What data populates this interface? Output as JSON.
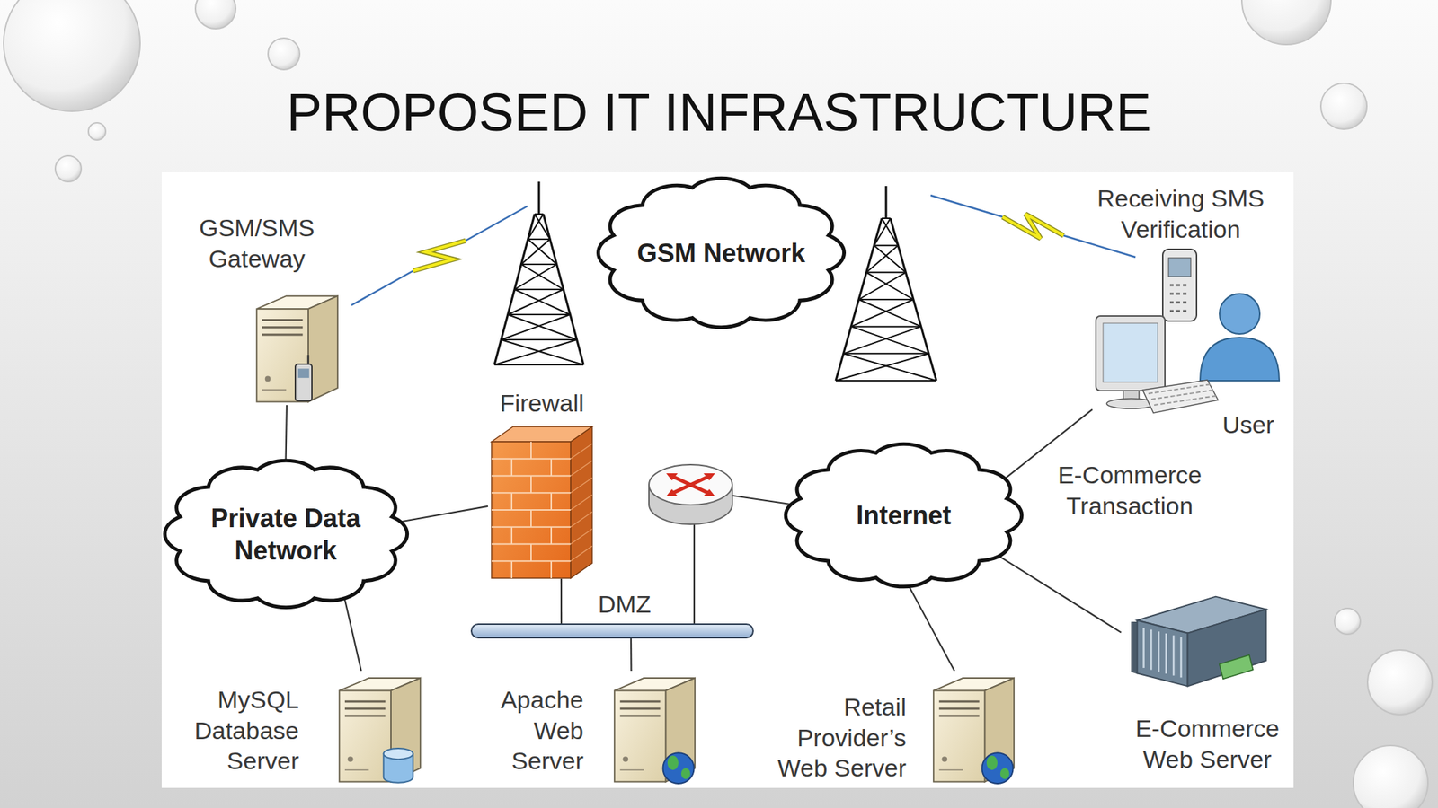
{
  "diagram": {
    "title": "PROPOSED IT INFRASTRUCTURE",
    "nodes": [
      {
        "text": [
          "GSM/SMS Gateway"
        ]
      },
      {
        "text": [
          "GSM Network"
        ]
      },
      {
        "text": [
          "Firewall"
        ]
      },
      {
        "text": [
          "Private Data Network"
        ]
      },
      {
        "text": [
          "Internet"
        ]
      },
      {
        "text": [
          "User"
        ]
      },
      {
        "text": [
          "DMZ"
        ]
      },
      {
        "text": [
          "MySQL Database Server"
        ]
      },
      {
        "text": [
          "Apache Web Server"
        ]
      },
      {
        "text": [
          "Retail Provider’s Web Server"
        ]
      },
      {
        "text": [
          "E-Commerce Web Server"
        ]
      }
    ],
    "edges": [
      {
        "from": 0,
        "to": 3,
        "arrow": "none"
      },
      {
        "from": 3,
        "to": 2,
        "arrow": "none"
      },
      {
        "from": 3,
        "to": 7,
        "arrow": "none"
      },
      {
        "from": 2,
        "to": 6,
        "arrow": "none"
      },
      {
        "from": 6,
        "to": 8,
        "arrow": "none"
      },
      {
        "from": 4,
        "to": 5,
        "arrow": "none"
      },
      {
        "from": 4,
        "to": 9,
        "arrow": "none"
      },
      {
        "from": 4,
        "to": 10,
        "arrow": "none"
      }
    ],
    "labels": [
      "Receiving SMS Verification",
      "E-Commerce Transaction"
    ]
  }
}
